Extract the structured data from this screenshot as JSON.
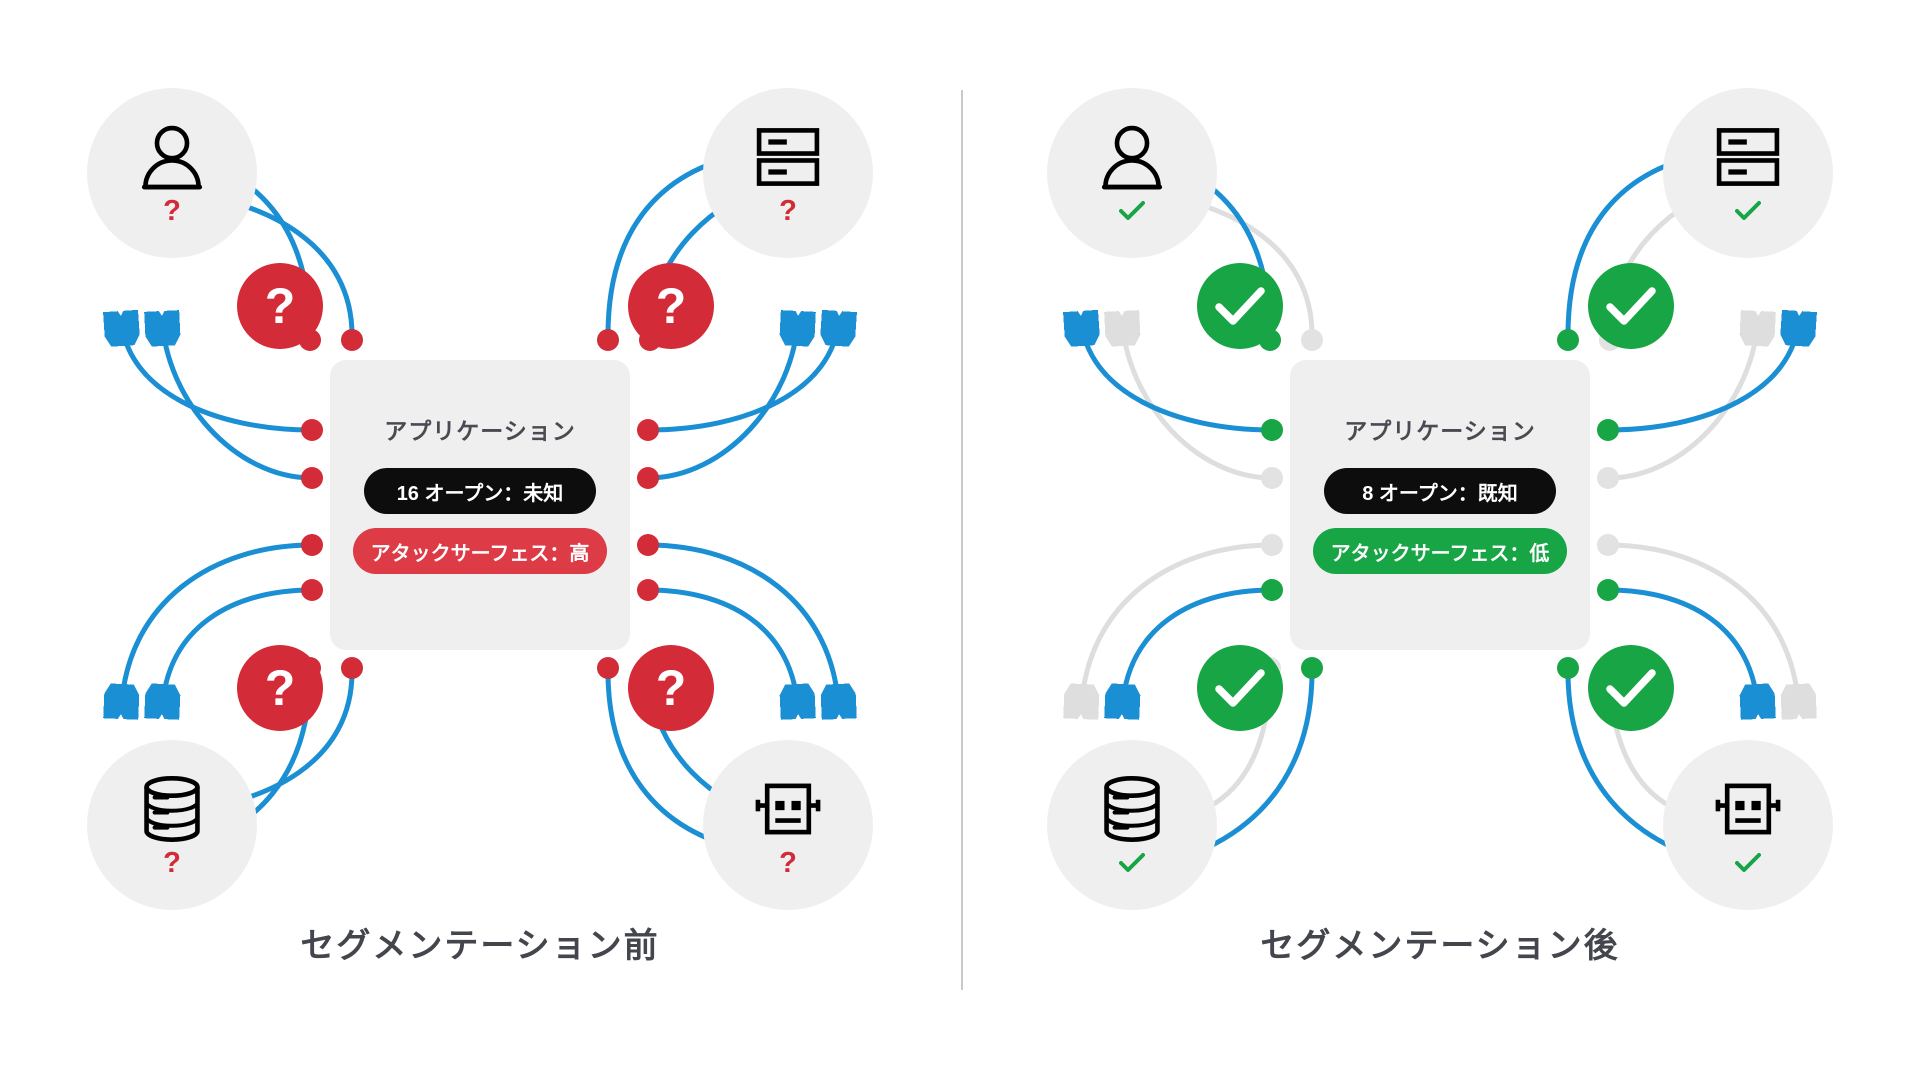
{
  "diagram": {
    "title_hidden": "",
    "colors": {
      "blue": "#1b8fd4",
      "red": "#d32b38",
      "green": "#18a546",
      "gray": "#dedede",
      "bubble_bg": "#efefef",
      "card_bg": "#efefef",
      "black_pill": "#0d0d0d",
      "divider": "#c9c9cb",
      "caption_text": "#44464d"
    }
  },
  "panels": [
    {
      "id": "before",
      "caption": "セグメンテーション前",
      "card": {
        "title": "アプリケーション",
        "open_ports_pill": "16 オープン：未知",
        "attack_surface_pill": "アタックサーフェス：高",
        "attack_surface_state": "high"
      },
      "nodes": [
        {
          "position": "top-left",
          "icon": "user-icon",
          "status": "unknown",
          "status_symbol": "?"
        },
        {
          "position": "top-right",
          "icon": "server-icon",
          "status": "unknown",
          "status_symbol": "?"
        },
        {
          "position": "bottom-left",
          "icon": "database-icon",
          "status": "unknown",
          "status_symbol": "?"
        },
        {
          "position": "bottom-right",
          "icon": "robot-icon",
          "status": "unknown",
          "status_symbol": "?"
        }
      ],
      "badges": [
        {
          "position": "top-left",
          "type": "question",
          "symbol": "?"
        },
        {
          "position": "top-right",
          "type": "question",
          "symbol": "?"
        },
        {
          "position": "bottom-left",
          "type": "question",
          "symbol": "?"
        },
        {
          "position": "bottom-right",
          "type": "question",
          "symbol": "?"
        }
      ],
      "flows": {
        "all_allowed": true,
        "line_color": "blue",
        "port_dot_color": "red",
        "port_count": 16
      }
    },
    {
      "id": "after",
      "caption": "セグメンテーション後",
      "card": {
        "title": "アプリケーション",
        "open_ports_pill": "8 オープン：既知",
        "attack_surface_pill": "アタックサーフェス：低",
        "attack_surface_state": "low"
      },
      "nodes": [
        {
          "position": "top-left",
          "icon": "user-icon",
          "status": "verified",
          "status_symbol": "✓"
        },
        {
          "position": "top-right",
          "icon": "server-icon",
          "status": "verified",
          "status_symbol": "✓"
        },
        {
          "position": "bottom-left",
          "icon": "database-icon",
          "status": "verified",
          "status_symbol": "✓"
        },
        {
          "position": "bottom-right",
          "icon": "robot-icon",
          "status": "verified",
          "status_symbol": "✓"
        }
      ],
      "badges": [
        {
          "position": "top-left",
          "type": "check",
          "symbol": "✓"
        },
        {
          "position": "top-right",
          "type": "check",
          "symbol": "✓"
        },
        {
          "position": "bottom-left",
          "type": "check",
          "symbol": "✓"
        },
        {
          "position": "bottom-right",
          "type": "check",
          "symbol": "✓"
        }
      ],
      "flows": {
        "all_allowed": false,
        "allowed_line_color": "blue",
        "blocked_line_color": "gray",
        "allowed_dot_color": "green",
        "blocked_dot_color": "gray",
        "port_count": 8
      }
    }
  ]
}
